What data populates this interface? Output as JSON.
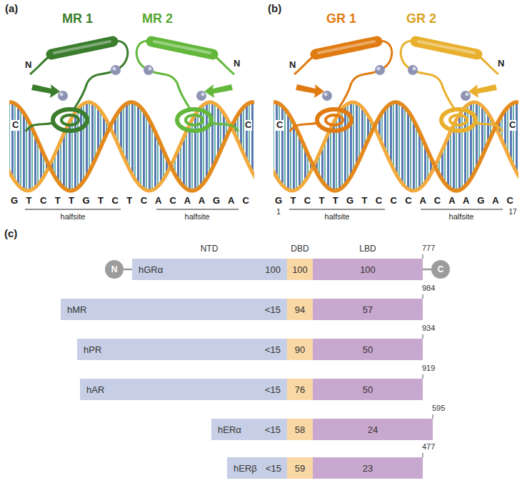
{
  "diagram": {
    "nodes": [
      {
        "text": [
          "N"
        ]
      },
      {
        "text": [
          "hGRα",
          "100"
        ]
      },
      {
        "text": [
          "100"
        ]
      },
      {
        "text": [
          "100"
        ]
      },
      {
        "text": [
          "C"
        ]
      },
      {
        "text": [
          "hMR",
          "<15"
        ]
      },
      {
        "text": [
          "94"
        ]
      },
      {
        "text": [
          "57"
        ]
      },
      {
        "text": [
          "hPR",
          "<15"
        ]
      },
      {
        "text": [
          "90"
        ]
      },
      {
        "text": [
          "50"
        ]
      },
      {
        "text": [
          "hAR",
          "<15"
        ]
      },
      {
        "text": [
          "76"
        ]
      },
      {
        "text": [
          "50"
        ]
      },
      {
        "text": [
          "hERα",
          "<15"
        ]
      },
      {
        "text": [
          "58"
        ]
      },
      {
        "text": [
          "24"
        ]
      },
      {
        "text": [
          "hERβ",
          "<15"
        ]
      },
      {
        "text": [
          "59"
        ]
      },
      {
        "text": [
          "23"
        ]
      }
    ],
    "edges": [
      {
        "from": 0,
        "to": 1,
        "arrow": "none"
      },
      {
        "from": 3,
        "to": 4,
        "arrow": "none"
      }
    ],
    "labels": [
      "(a)",
      "MR 1",
      "MR 2",
      "N",
      "C",
      "N",
      "C",
      "G T C T T G T C T C A C A A G A C",
      "halfsite",
      "halfsite",
      "(b)",
      "GR 1",
      "GR 2",
      "N",
      "C",
      "N",
      "C",
      "G T C T T G T C C C A C A A G A C",
      "1",
      "17",
      "halfsite",
      "halfsite",
      "(c)",
      "NTD",
      "DBD",
      "LBD",
      "777",
      "984",
      "934",
      "919",
      "595",
      "477"
    ]
  }
}
